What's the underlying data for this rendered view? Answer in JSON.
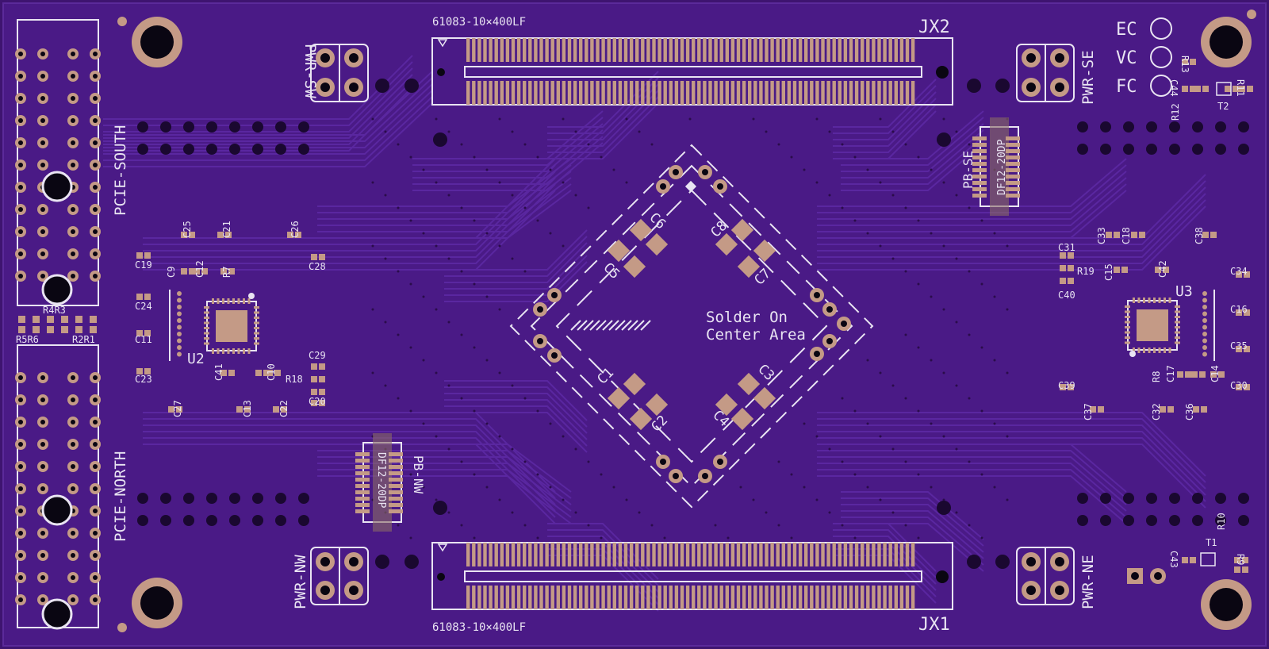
{
  "board": {
    "colors": {
      "board": "#4a1a86",
      "copper": "#5a24a0",
      "trace": "#5f2aa6",
      "pad": "#c49a86",
      "padDark": "#8a6a66",
      "silk": "#e9e4f2",
      "hole": "#0a0612"
    },
    "connectors": {
      "jx1": "JX1",
      "jx2": "JX2",
      "part_top": "61083-10×400LF",
      "part_bottom": "61083-10×400LF",
      "pb_se": "PB-SE",
      "pb_nw": "PB-NW",
      "df_se": "DF12-20DP",
      "df_nw": "DF12-20DP",
      "pcie_south": "PCIE-SOUTH",
      "pcie_north": "PCIE-NORTH",
      "pwr_sw": "PWR-SW",
      "pwr_se": "PWR-SE",
      "pwr_nw": "PWR-NW",
      "pwr_ne": "PWR-NE"
    },
    "leds": {
      "ec": "EC",
      "vc": "VC",
      "fc": "FC"
    },
    "center": {
      "line1": "Solder On",
      "line2": "Center Area"
    },
    "chips": {
      "u2": "U2",
      "u3": "U3",
      "t1": "T1",
      "t2": "T2"
    },
    "caps_center": {
      "c1": "C1",
      "c2": "C2",
      "c3": "C3",
      "c4": "C4",
      "c5": "C5",
      "c6": "C6",
      "c7": "C7",
      "c8": "C8"
    },
    "left_parts": {
      "c19": "C19",
      "c25": "C25",
      "c21": "C21",
      "c26": "C26",
      "c28": "C28",
      "c9": "C9",
      "c12": "C12",
      "r7": "R7",
      "c24": "C24",
      "c11": "C11",
      "c23": "C23",
      "c41": "C41",
      "c10": "C10",
      "r18": "R18",
      "c29": "C29",
      "c20": "C20",
      "c27": "C27",
      "c13": "C13",
      "c22": "C22",
      "r4r3": "R4R3",
      "r5r6": "R5R6",
      "r2r1": "R2R1"
    },
    "right_parts": {
      "c31": "C31",
      "c33": "C33",
      "c18": "C18",
      "c38": "C38",
      "r19": "R19",
      "c15": "C15",
      "c42": "C42",
      "c34": "C34",
      "c40": "C40",
      "c16": "C16",
      "c35": "C35",
      "r8": "R8",
      "c17": "C17",
      "c14": "C14",
      "c30": "C30",
      "c39": "C39",
      "c37": "C37",
      "c32": "C32",
      "c36": "C36",
      "r13": "R13",
      "c44": "C44",
      "r11": "R11",
      "r12": "R12",
      "r10": "R10",
      "c43": "C43",
      "r9": "R9"
    }
  }
}
